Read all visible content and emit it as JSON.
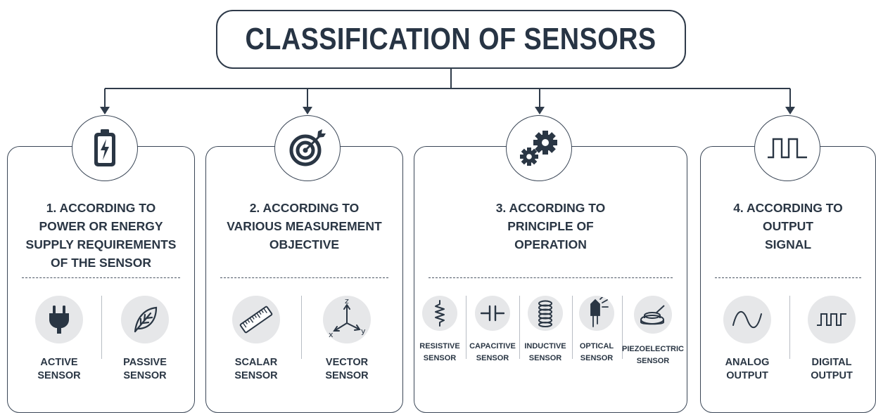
{
  "title": "CLASSIFICATION OF SENSORS",
  "colors": {
    "stroke": "#2f3b4a",
    "icon_bg": "#e6e7e9",
    "text": "#2a3644"
  },
  "categories": [
    {
      "icon": "battery-icon",
      "heading": "1. ACCORDING TO\nPOWER OR ENERGY\nSUPPLY REQUIREMENTS\nOF THE SENSOR",
      "items": [
        {
          "icon": "plug-icon",
          "label": "ACTIVE\nSENSOR"
        },
        {
          "icon": "leaf-icon",
          "label": "PASSIVE\nSENSOR"
        }
      ]
    },
    {
      "icon": "target-icon",
      "heading": "2. ACCORDING TO\nVARIOUS MEASUREMENT\nOBJECTIVE",
      "items": [
        {
          "icon": "ruler-icon",
          "label": "SCALAR\nSENSOR"
        },
        {
          "icon": "axes-icon",
          "label": "VECTOR\nSENSOR"
        }
      ]
    },
    {
      "icon": "gears-icon",
      "heading": "3. ACCORDING TO\nPRINCIPLE OF\nOPERATION",
      "items": [
        {
          "icon": "resistor-icon",
          "label": "RESISTIVE\nSENSOR"
        },
        {
          "icon": "capacitor-icon",
          "label": "CAPACITIVE\nSENSOR"
        },
        {
          "icon": "coil-icon",
          "label": "INDUCTIVE\nSENSOR"
        },
        {
          "icon": "light-icon",
          "label": "OPTICAL\nSENSOR"
        },
        {
          "icon": "piezo-disc-icon",
          "label": "PIEZOELECTRIC\nSENSOR"
        }
      ]
    },
    {
      "icon": "square-wave-icon",
      "heading": "4. ACCORDING TO\nOUTPUT\nSIGNAL",
      "items": [
        {
          "icon": "sine-wave-icon",
          "label": "ANALOG\nOUTPUT"
        },
        {
          "icon": "digital-wave-icon",
          "label": "DIGITAL\nOUTPUT"
        }
      ]
    }
  ],
  "axes_labels": {
    "x": "x",
    "y": "y",
    "z": "z"
  }
}
